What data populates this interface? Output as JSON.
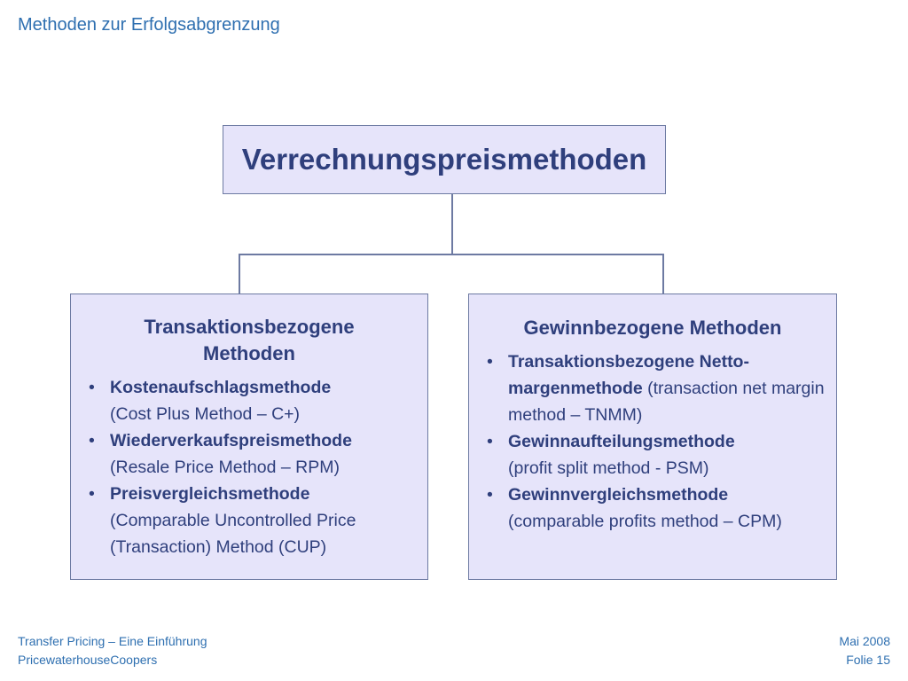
{
  "slide": {
    "title": "Methoden zur Erfolgsabgrenzung"
  },
  "diagram": {
    "root": "Verrechnungspreismethoden",
    "left": {
      "heading_line1": "Transaktionsbezogene",
      "heading_line2": "Methoden",
      "items": [
        {
          "name": "Kostenaufschlagsmethode",
          "desc": "(Cost Plus Method – C+)"
        },
        {
          "name": "Wiederverkaufspreismethode",
          "desc": "(Resale Price Method – RPM)"
        },
        {
          "name": "Preisvergleichsmethode",
          "desc": "(Comparable Uncontrolled Price (Transaction) Method (CUP)"
        }
      ]
    },
    "right": {
      "heading": "Gewinnbezogene Methoden",
      "items": [
        {
          "name": "Transaktionsbezogene Netto-margenmethode",
          "desc": "(transaction net margin method – TNMM)"
        },
        {
          "name": "Gewinnaufteilungsmethode",
          "desc": "(profit split method - PSM)"
        },
        {
          "name": "Gewinnvergleichsmethode",
          "desc": "(comparable profits method – CPM)"
        }
      ]
    },
    "bullet": "•"
  },
  "footer": {
    "left_line1": "Transfer Pricing – Eine Einführung",
    "left_line2": "PricewaterhouseCoopers",
    "right_line1": "Mai 2008",
    "right_line2": "Folie 15"
  },
  "colors": {
    "title": "#2e6fb0",
    "box_fill": "#e6e4fa",
    "box_border": "#6d7aa2",
    "text": "#2f3f7c"
  }
}
